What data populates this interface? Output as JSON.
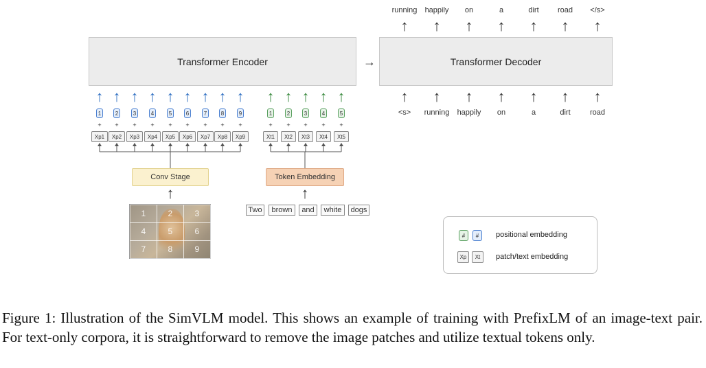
{
  "encoder": {
    "label": "Transformer Encoder"
  },
  "decoder": {
    "label": "Transformer Decoder",
    "outputs": [
      "running",
      "happily",
      "on",
      "a",
      "dirt",
      "road",
      "</s>"
    ],
    "inputs": [
      "<s>",
      "running",
      "happily",
      "on",
      "a",
      "dirt",
      "road"
    ]
  },
  "arrow_between": "→",
  "image_positions": [
    "1",
    "2",
    "3",
    "4",
    "5",
    "6",
    "7",
    "8",
    "9"
  ],
  "image_patches": [
    "Xp1",
    "Xp2",
    "Xp3",
    "Xp4",
    "Xp5",
    "Xp6",
    "Xp7",
    "Xp8",
    "Xp9"
  ],
  "text_positions": [
    "1",
    "2",
    "3",
    "4",
    "5"
  ],
  "text_tokens": [
    "Xt1",
    "Xt2",
    "Xt3",
    "Xt4",
    "Xt5"
  ],
  "conv_stage": "Conv Stage",
  "token_embedding": "Token Embedding",
  "input_words": [
    "Two",
    "brown",
    "and",
    "white",
    "dogs"
  ],
  "image_grid_labels": [
    "1",
    "2",
    "3",
    "4",
    "5",
    "6",
    "7",
    "8",
    "9"
  ],
  "legend": {
    "pos_a": "#",
    "pos_b": "#",
    "pos_label": "positional embedding",
    "emb_a": "Xp",
    "emb_b": "Xt",
    "emb_label": "patch/text embedding"
  },
  "caption": "Figure 1: Illustration of the SimVLM model. This shows an example of training with PrefixLM of an image-text pair. For text-only corpora, it is straightforward to remove the image patches and utilize textual tokens only.",
  "colors": {
    "image_branch": "#2f6fc2",
    "text_branch": "#3a8a3f",
    "conv": "#fbf1cf",
    "token_embedding": "#f6d2b5",
    "transformer": "#ececec"
  }
}
